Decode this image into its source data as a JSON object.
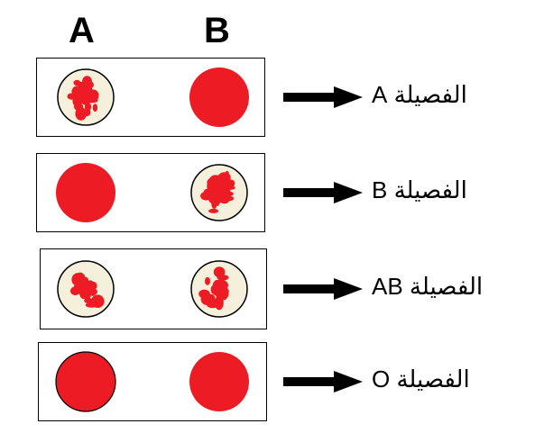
{
  "columns": {
    "a": "A",
    "b": "B"
  },
  "rows": [
    {
      "a_result": "agglutinated",
      "b_result": "uniform",
      "label": "الفصيلة A"
    },
    {
      "a_result": "uniform",
      "b_result": "agglutinated",
      "label": "الفصيلة B"
    },
    {
      "a_result": "agglutinated",
      "b_result": "agglutinated",
      "label": "الفصيلة AB"
    },
    {
      "a_result": "uniform",
      "b_result": "uniform",
      "label": "الفصيلة O"
    }
  ],
  "colors": {
    "blood": "#ed1c24",
    "serum": "#f5f0dc",
    "outline": "#000000"
  }
}
